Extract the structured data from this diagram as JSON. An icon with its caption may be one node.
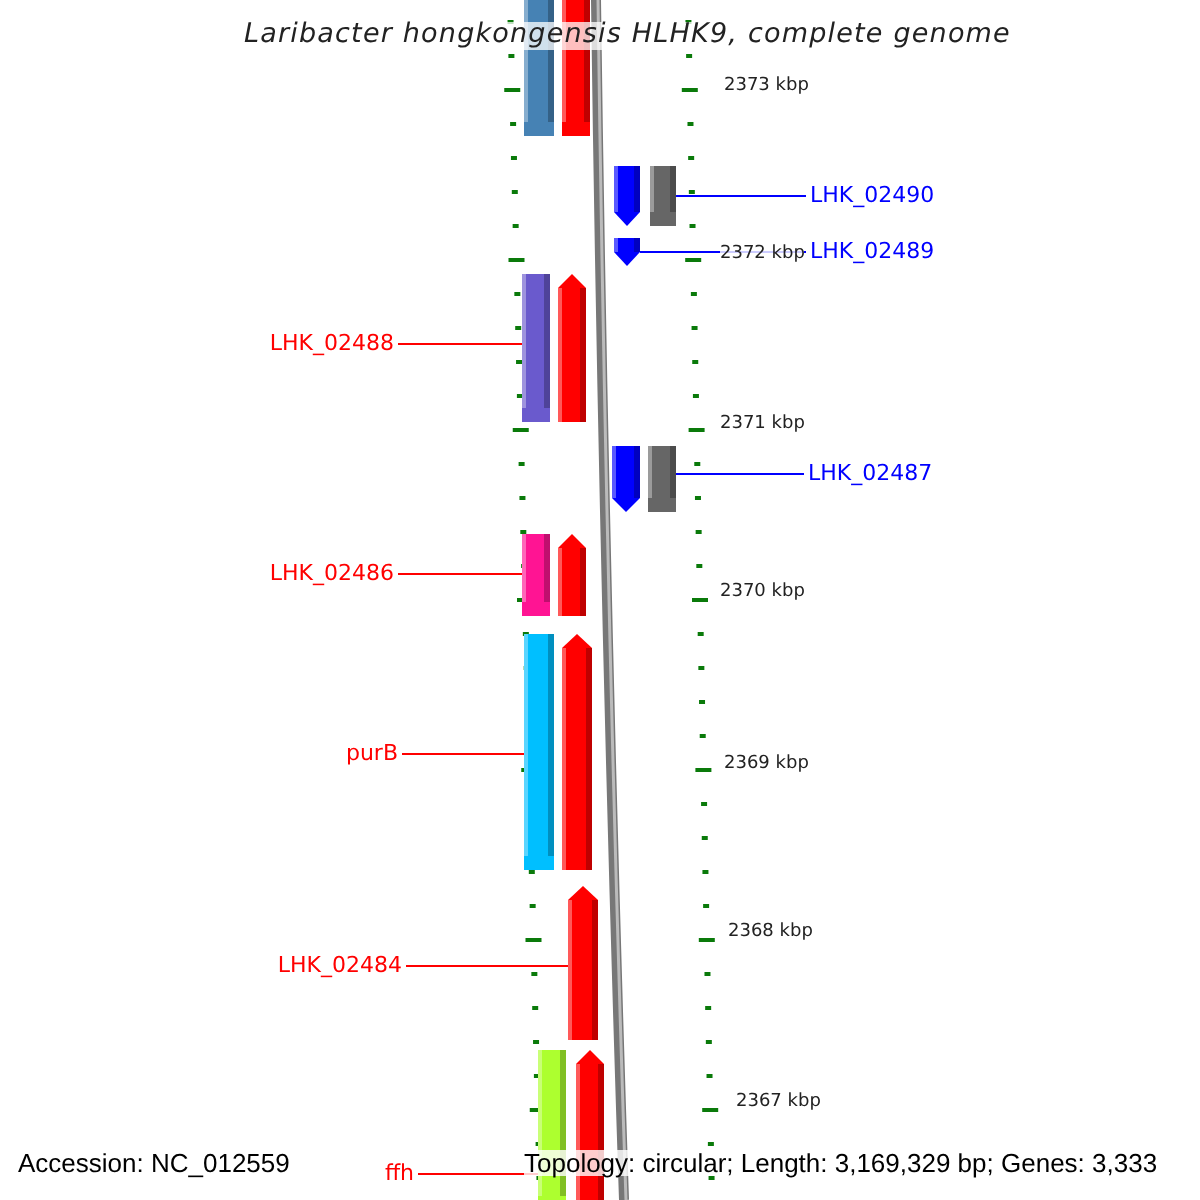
{
  "diagram": {
    "title": "Laribacter hongkongensis HLHK9, complete genome",
    "nodes": [
      {
        "text": [
          "LHK_02490"
        ]
      },
      {
        "text": [],
        "shape": "bar"
      },
      {
        "text": [
          "LHK_02489"
        ]
      },
      {
        "text": [],
        "shape": "bar"
      },
      {
        "text": [
          "LHK_02488"
        ]
      },
      {
        "text": [],
        "shape": "bar"
      },
      {
        "text": [
          "LHK_02487"
        ]
      },
      {
        "text": [],
        "shape": "bar"
      },
      {
        "text": [
          "LHK_02486"
        ]
      },
      {
        "text": [],
        "shape": "bar"
      },
      {
        "text": [
          "purB"
        ]
      },
      {
        "text": [],
        "shape": "bar"
      },
      {
        "text": [
          "LHK_02484"
        ]
      },
      {
        "text": [],
        "shape": "bar"
      },
      {
        "text": [
          "ffh"
        ]
      },
      {
        "text": [],
        "shape": "bar"
      }
    ],
    "edges": [
      {
        "from": 0,
        "to": 1,
        "arrow": "none",
        "color": "#0000ff"
      },
      {
        "from": 2,
        "to": 3,
        "arrow": "none",
        "color": "#0000ff"
      },
      {
        "from": 4,
        "to": 5,
        "arrow": "none"
      },
      {
        "from": 6,
        "to": 7,
        "arrow": "none",
        "color": "#0000ff"
      },
      {
        "from": 8,
        "to": 9,
        "arrow": "none"
      },
      {
        "from": 10,
        "to": 11,
        "arrow": "none"
      },
      {
        "from": 12,
        "to": 13,
        "arrow": "none"
      },
      {
        "from": 14,
        "to": 15,
        "arrow": "none"
      }
    ],
    "labels": [
      "2373 kbp",
      "2372 kbp",
      "2371 kbp",
      "2370 kbp",
      "2369 kbp",
      "2368 kbp",
      "2367 kbp",
      "Accession: NC_012559",
      "Topology: circular; Length: 3,169,329 bp; Genes: 3,333"
    ]
  }
}
